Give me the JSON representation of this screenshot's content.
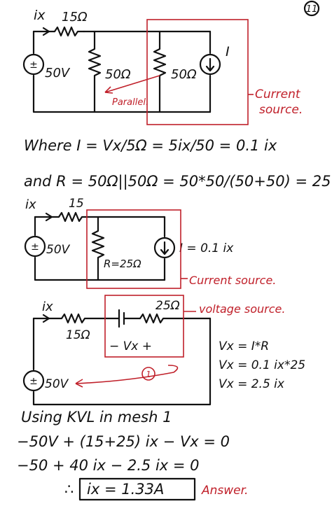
{
  "page_number": "11",
  "circuit1": {
    "ix": "ix",
    "r_series": "15Ω",
    "source": "50V",
    "r_a": "50Ω",
    "r_b": "50Ω",
    "current_src": "I",
    "parallel_note": "Parallel.",
    "current_source_note_1": "Current",
    "current_source_note_2": "source."
  },
  "equations1": {
    "where": "Where   I = Vx/5Ω = 5ix/50 = 0.1 ix",
    "and": "and   R = 50Ω||50Ω = 50*50/(50+50) = 25"
  },
  "circuit2": {
    "ix": "ix",
    "r_series": "15",
    "source": "50V",
    "r": "R=25Ω",
    "current_src": "I = 0.1 ix",
    "note": "Current source."
  },
  "circuit3": {
    "ix": "ix",
    "r_series": "15Ω",
    "r_top": "25Ω",
    "vx": "− Vx +",
    "source": "50V",
    "mesh": "1",
    "note": "voltage source.",
    "rel_1": "Vx = I*R",
    "rel_2": "Vx = 0.1 ix*25",
    "rel_3": "Vx = 2.5 ix"
  },
  "kvl": {
    "heading": "Using KVL in mesh 1",
    "line1": "−50V + (15+25) ix − Vx = 0",
    "line2": "−50 +  40 ix − 2.5 ix = 0",
    "therefore": "∴",
    "result": "ix = 1.33A",
    "answer": "Answer."
  }
}
